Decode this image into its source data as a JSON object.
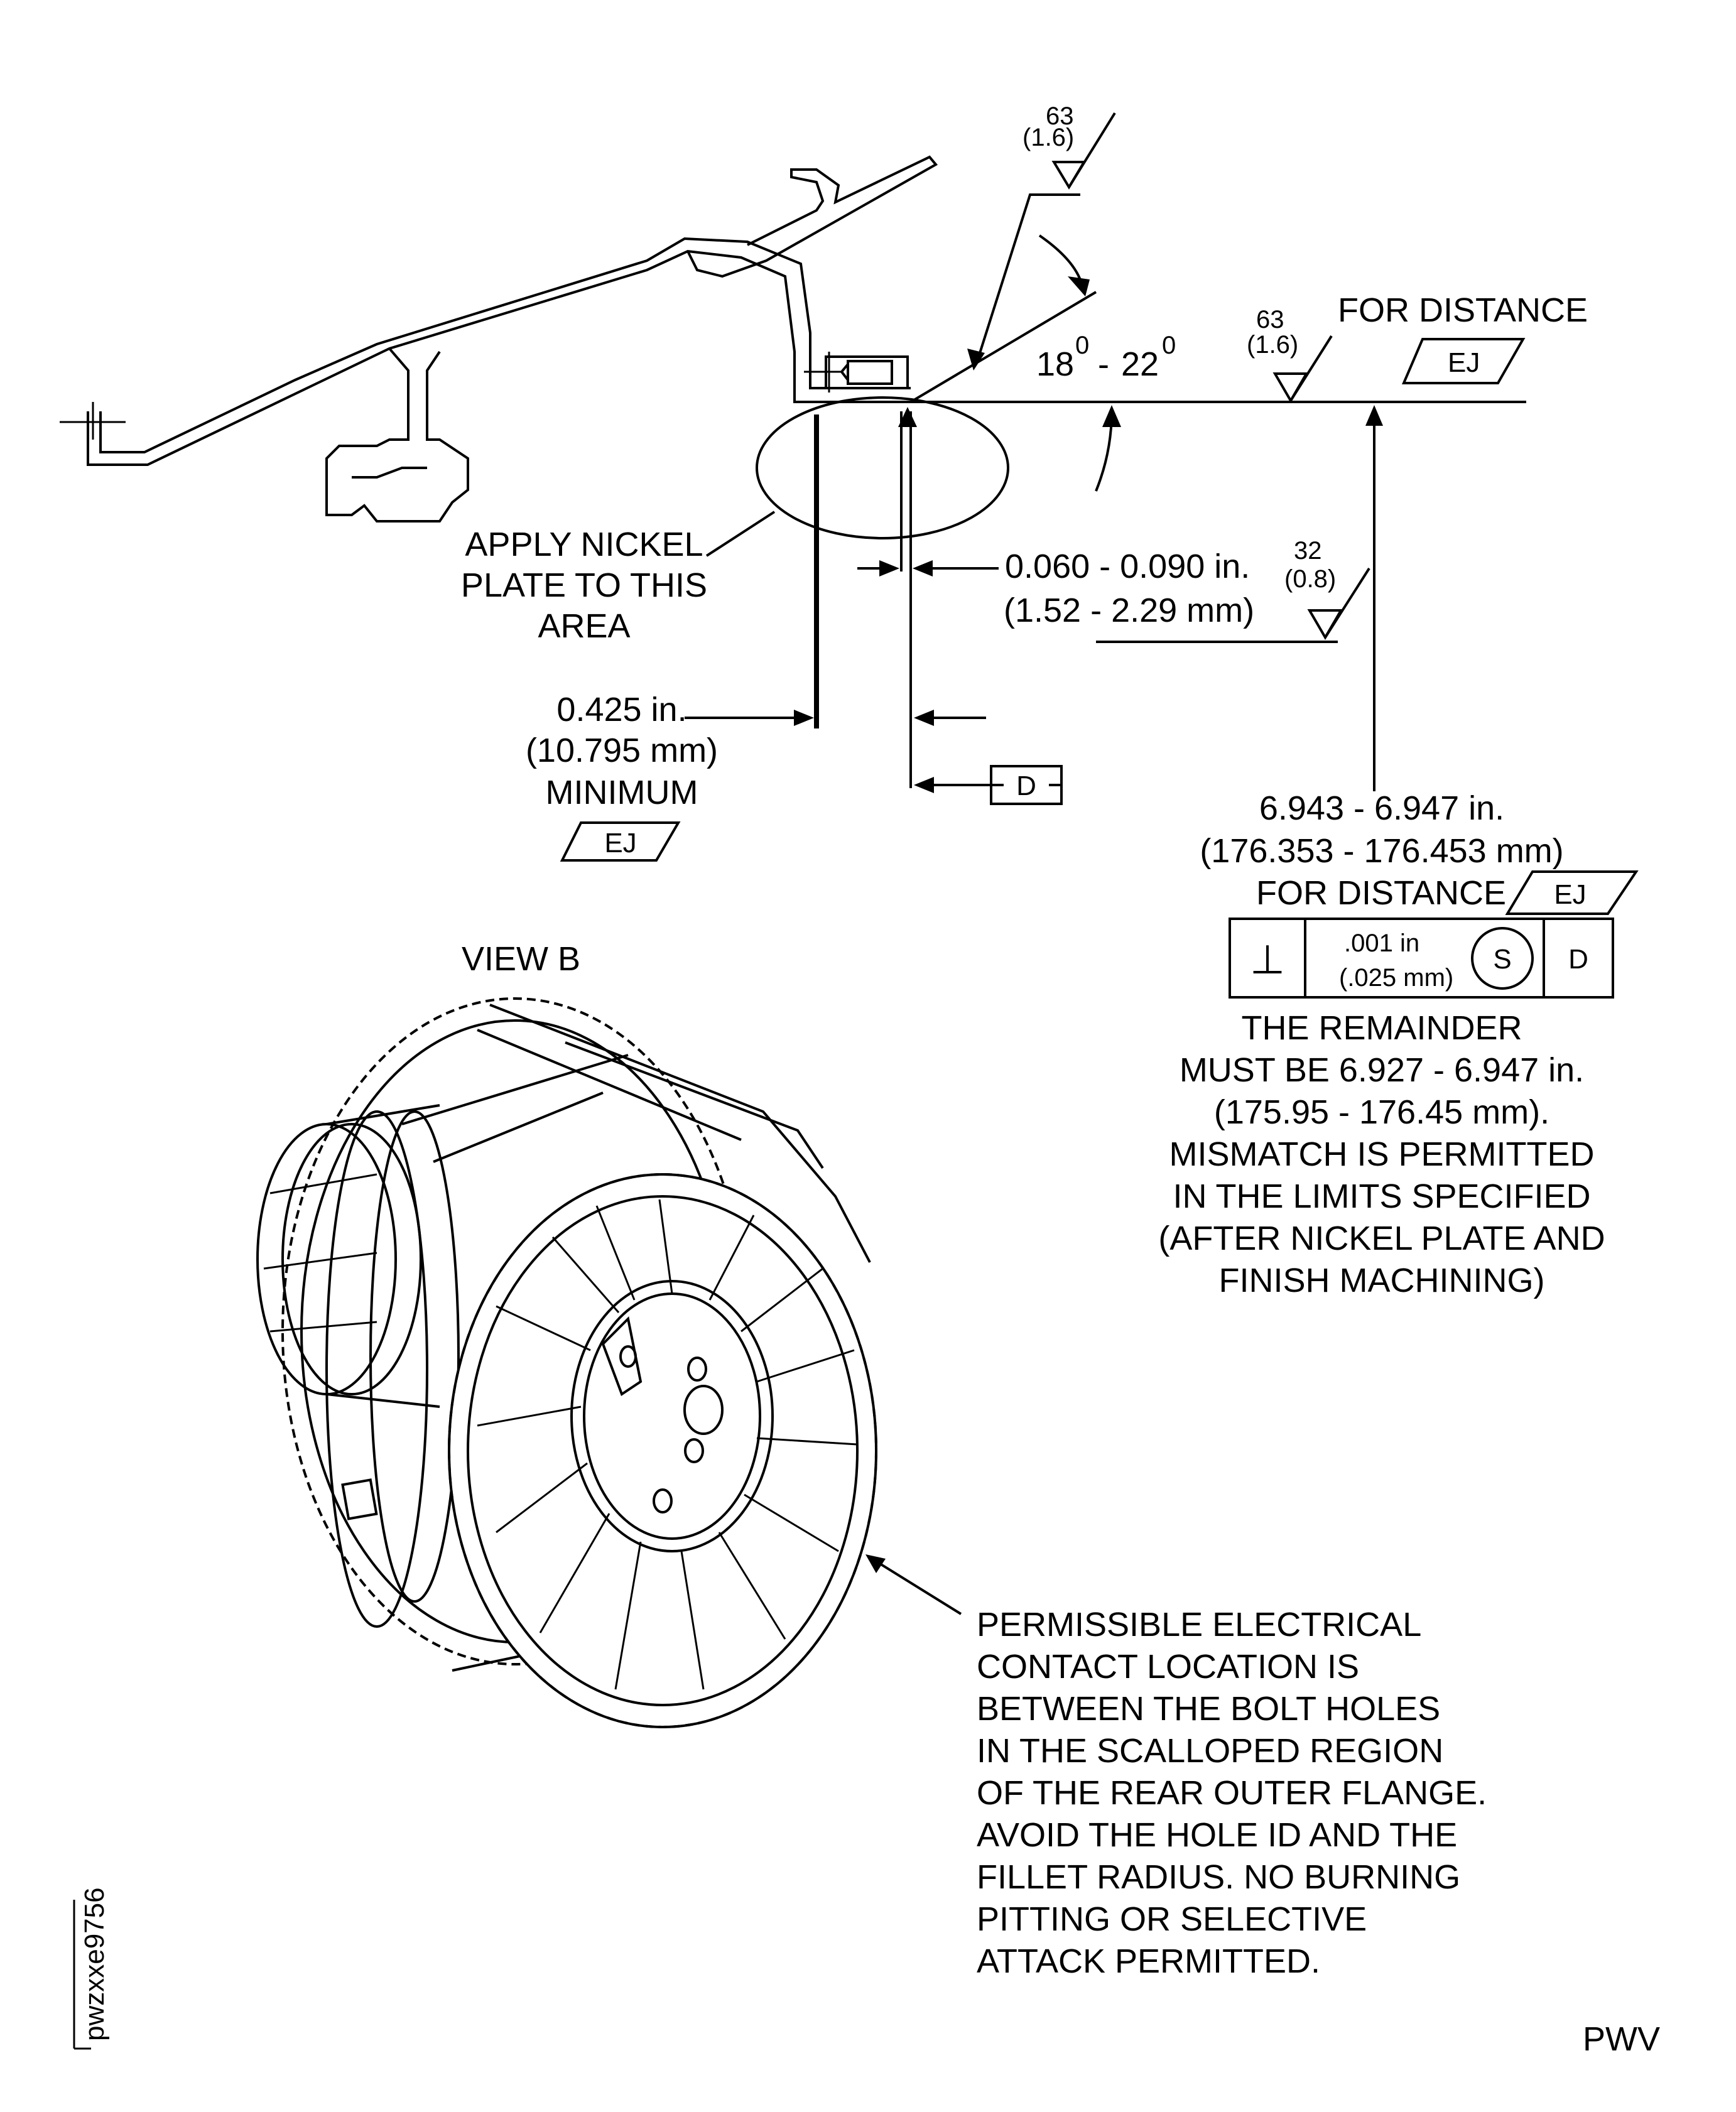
{
  "view_label": "VIEW B",
  "figure_code": "pwzxxe9756",
  "source_mark": "PWV",
  "surface_finishes": {
    "top": {
      "ra": "63",
      "metric": "(1.6)"
    },
    "face": {
      "ra": "63",
      "metric": "(1.6)"
    },
    "bore": {
      "ra": "32",
      "metric": "(0.8)"
    }
  },
  "angle": {
    "low": "18",
    "dash": "-",
    "high": "22",
    "deg": "0"
  },
  "face_note": {
    "label": "FOR DISTANCE",
    "ref": "EJ"
  },
  "nickel_note": {
    "line1": "APPLY NICKEL",
    "line2": "PLATE TO THIS",
    "line3": "AREA"
  },
  "plate_thickness": {
    "inch": "0.060 - 0.090 in.",
    "mm": "(1.52 - 2.29 mm)"
  },
  "min_dim": {
    "inch": "0.425 in.",
    "mm": "(10.795 mm)",
    "label": "MINIMUM",
    "ref": "EJ"
  },
  "datum": "D",
  "distance_dim": {
    "inch": "6.943 - 6.947 in.",
    "mm": "(176.353 - 176.453 mm)",
    "label": "FOR DISTANCE",
    "ref": "EJ"
  },
  "tolerance_frame": {
    "symbol": "⊥",
    "value_in": ".001 in",
    "value_mm": "(.025 mm)",
    "modifier": "S",
    "datum": "D"
  },
  "remainder_note": [
    "THE REMAINDER",
    "MUST BE 6.927 - 6.947 in.",
    "(175.95 - 176.45 mm).",
    "MISMATCH IS PERMITTED",
    "IN THE LIMITS SPECIFIED",
    "(AFTER NICKEL PLATE AND",
    "FINISH MACHINING)"
  ],
  "contact_note": [
    "PERMISSIBLE ELECTRICAL",
    "CONTACT LOCATION IS",
    "BETWEEN THE BOLT HOLES",
    "IN THE SCALLOPED REGION",
    "OF THE REAR OUTER FLANGE.",
    "AVOID THE HOLE ID AND THE",
    "FILLET RADIUS. NO BURNING",
    "PITTING OR SELECTIVE",
    "ATTACK PERMITTED."
  ]
}
